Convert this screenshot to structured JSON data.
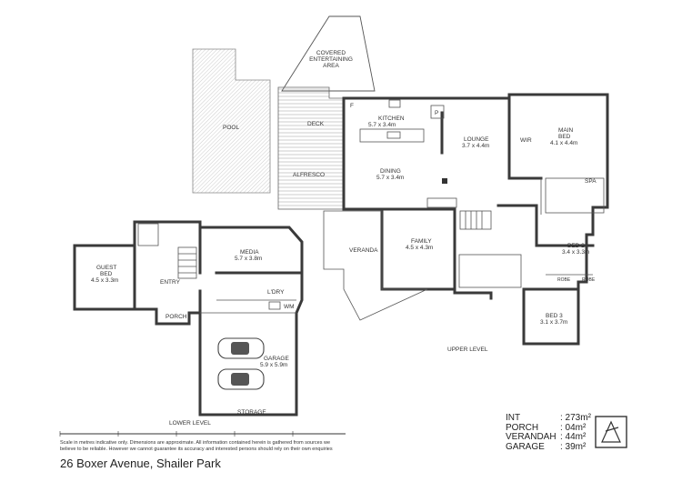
{
  "labels": {
    "covered1": "COVERED",
    "covered2": "ENTERTAINING",
    "covered3": "AREA",
    "pool": "POOL",
    "deck": "DECK",
    "alfresco": "ALFRESCO",
    "kitchen": "KITCHEN",
    "kitchen_dim": "5.7 x 3.4m",
    "lounge": "LOUNGE",
    "lounge_dim": "3.7 x 4.4m",
    "wir": "WIR",
    "main": "MAIN",
    "main_bed": "BED",
    "main_dim": "4.1 x 4.4m",
    "dining": "DINING",
    "dining_dim": "5.7 x 3.4m",
    "spa": "SPA",
    "family": "FAMILY",
    "family_dim": "4.5 x 4.3m",
    "veranda": "VERANDA",
    "bed2": "BED 2",
    "bed2_dim": "3.4 x 3.3m",
    "robe": "ROBE",
    "bed3": "BED 3",
    "bed3_dim": "3.1 x 3.7m",
    "upper_level": "UPPER LEVEL",
    "guest": "GUEST",
    "guest_bed": "BED",
    "guest_dim": "4.5 x 3.3m",
    "media": "MEDIA",
    "media_dim": "5.7 x 3.8m",
    "entry": "ENTRY",
    "ldry": "L'DRY",
    "wm": "WM",
    "porch": "PORCH",
    "garage": "GARAGE",
    "garage_dim": "5.9 x 5.9m",
    "storage": "STORAGE",
    "lower_level": "LOWER LEVEL",
    "f": "F",
    "p": "P"
  },
  "areas": [
    {
      "name": "INT",
      "value": ": 273m²"
    },
    {
      "name": "PORCH",
      "value": ": 04m²"
    },
    {
      "name": "VERANDAH",
      "value": ": 44m²"
    },
    {
      "name": "GARAGE",
      "value": ": 39m²"
    }
  ],
  "disclaimer": {
    "line1": "Scale in metres indicative only. Dimensions are approximate. All information contained herein is gathered from sources we",
    "line2": "believe to be reliable. However we cannot guarantee its accuracy and interested persons should rely on their own enquiries"
  },
  "address": "26 Boxer Avenue, Shailer Park"
}
